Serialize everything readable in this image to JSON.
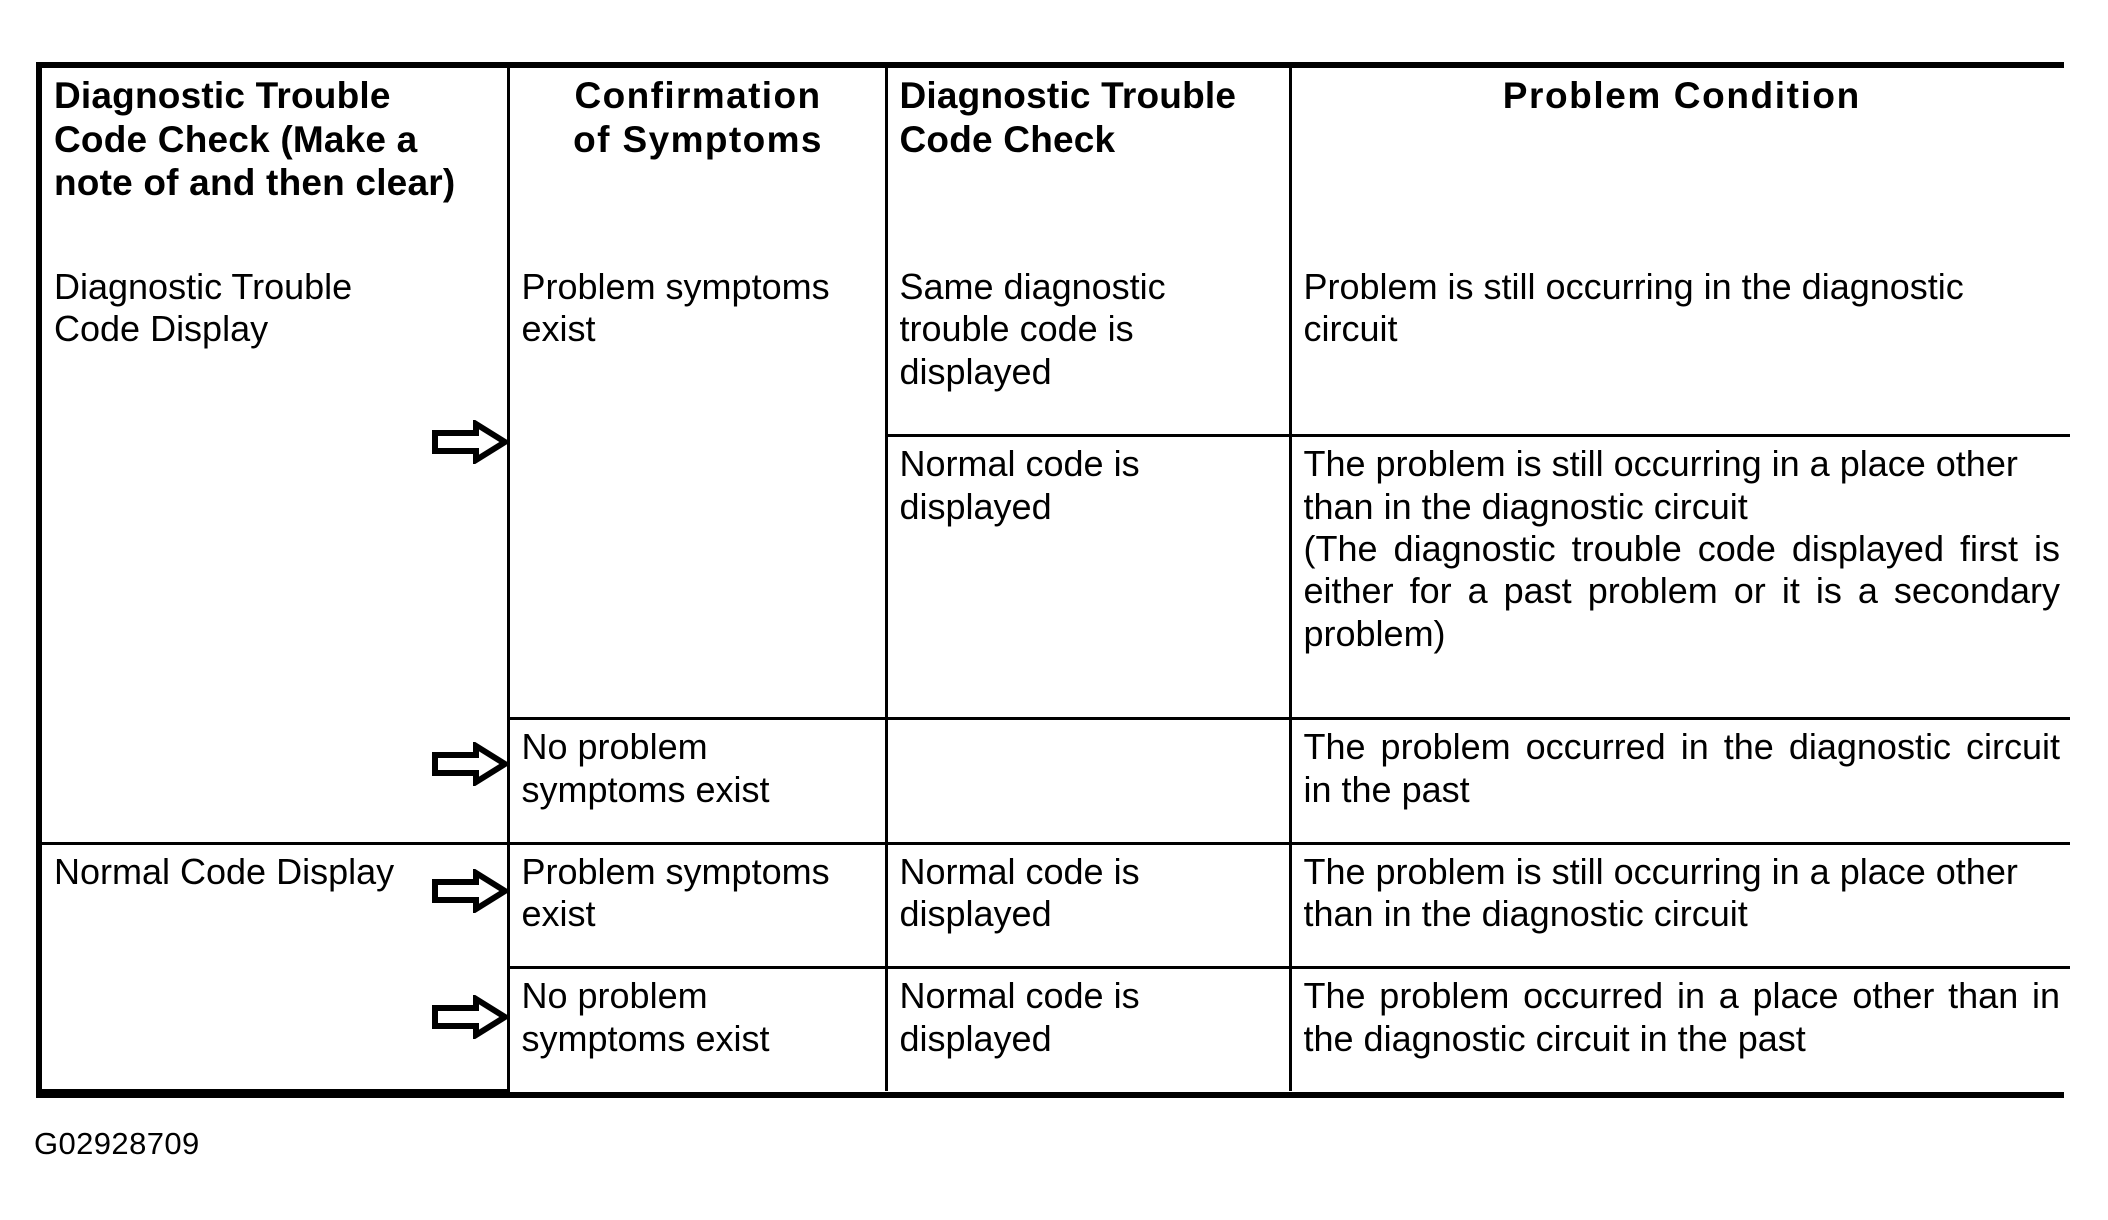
{
  "table": {
    "headers": [
      "Diagnostic Trouble Code Check (Make a note of and then clear)",
      "Confirmation of Symptoms",
      "Diagnostic Trouble Code Check",
      "Problem Condition"
    ],
    "header_lines": {
      "col1": [
        "Diagnostic Trouble",
        "Code Check (Make a",
        "note of and then clear)"
      ],
      "col2": [
        "Confirmation",
        "of Symptoms"
      ],
      "col3": [
        "Diagnostic Trouble",
        "Code Check"
      ],
      "col4": [
        "Problem  Condition"
      ]
    },
    "rows": [
      {
        "dtc_check_first": "Diagnostic Trouble Code Display",
        "confirmation": "Problem symptoms exist",
        "dtc_check_second": "Same  diagnostic trouble  code  is displayed",
        "problem_condition": "Problem is still occurring in the diagnostic circuit",
        "has_arrow": false
      },
      {
        "dtc_check_first": "",
        "confirmation": "",
        "dtc_check_second": "Normal code is displayed",
        "problem_condition": "The problem is still occurring in a place other than in the diagnostic circuit\n(The  diagnostic  trouble  code  displayed first is either for a past problem or it is a secondary problem)",
        "has_arrow": true
      },
      {
        "dtc_check_first": "",
        "confirmation": "No problem symptoms exist",
        "dtc_check_second": "",
        "problem_condition": "The problem occurred in the diagnostic circuit in the past",
        "has_arrow": true
      },
      {
        "dtc_check_first": "Normal Code Display",
        "confirmation": "Problem symptoms exist",
        "dtc_check_second": "Normal code is displayed",
        "problem_condition": "The problem is still occurring in a place other than in the diagnostic circuit",
        "has_arrow": true
      },
      {
        "dtc_check_first": "",
        "confirmation": "No problem symptoms exist",
        "dtc_check_second": "Normal code is displayed",
        "problem_condition": "The problem occurred in a place other than in the diagnostic circuit in the past",
        "has_arrow": true
      }
    ],
    "cell_text": {
      "r1c1_l1": "Diagnostic Trouble",
      "r1c1_l2": "Code Display",
      "r1c2_l1": "Problem symptoms",
      "r1c2_l2": "exist",
      "r1c3_l1": "Same  diagnostic",
      "r1c3_l2": "trouble  code  is",
      "r1c3_l3": "displayed",
      "r1c4": "Problem is still occurring in the diagnostic circuit",
      "r2c3_l1": "Normal code is",
      "r2c3_l2": "displayed",
      "r2c4_p1": "The problem is still occurring in a place other than in the diagnostic circuit",
      "r2c4_p2": "(The  diagnostic  trouble  code  displayed first is either for a past problem or it is a secondary problem)",
      "r3c2_l1": "No problem",
      "r3c2_l2": "symptoms exist",
      "r3c4": "The problem occurred in the diagnostic circuit in the past",
      "r4c1": "Normal Code Display",
      "r4c2_l1": "Problem symptoms",
      "r4c2_l2": "exist",
      "r4c3_l1": "Normal code is",
      "r4c3_l2": "displayed",
      "r4c4": "The problem is still occurring in a place other than in the diagnostic circuit",
      "r5c2_l1": "No problem",
      "r5c2_l2": "symptoms exist",
      "r5c3_l1": "Normal code is",
      "r5c3_l2": "displayed",
      "r5c4": "The problem occurred in a place other than in the diagnostic circuit in the past"
    }
  },
  "caption": "G02928709",
  "colors": {
    "background": "#ffffff",
    "text": "#000000",
    "border": "#000000"
  },
  "icons": {
    "arrow": "right-block-arrow-outline"
  }
}
